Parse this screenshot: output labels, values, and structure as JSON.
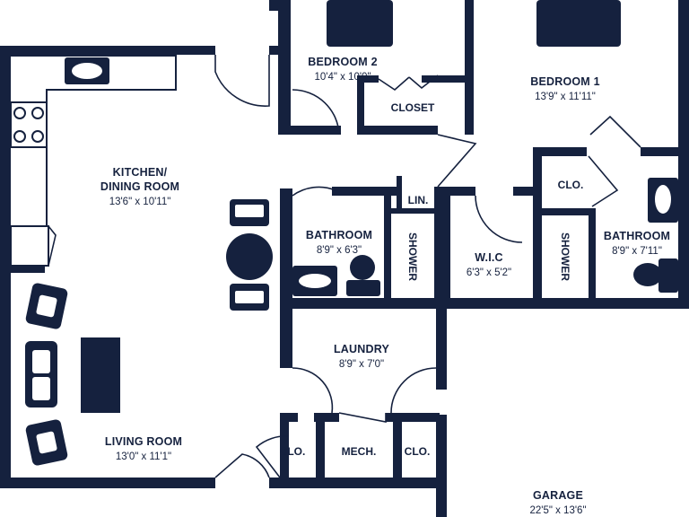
{
  "rooms": {
    "bedroom2": {
      "name": "BEDROOM 2",
      "dims": "10'4\" x 10'0\""
    },
    "bedroom1": {
      "name": "BEDROOM 1",
      "dims": "13'9\" x 11'11\""
    },
    "closet": {
      "name": "CLOSET"
    },
    "kitchen": {
      "name_line1": "KITCHEN/",
      "name_line2": "DINING ROOM",
      "dims": "13'6\" x 10'11\""
    },
    "lin": {
      "name": "LIN."
    },
    "clo_bed1": {
      "name": "CLO."
    },
    "bathroom_left": {
      "name": "BATHROOM",
      "dims": "8'9\" x 6'3\""
    },
    "shower_left": {
      "name": "SHOWER"
    },
    "wic": {
      "name": "W.I.C",
      "dims": "6'3\" x 5'2\""
    },
    "shower_right": {
      "name": "SHOWER"
    },
    "bathroom_right": {
      "name": "BATHROOM",
      "dims": "8'9\" x 7'11\""
    },
    "laundry": {
      "name": "LAUNDRY",
      "dims": "8'9\" x 7'0\""
    },
    "living": {
      "name": "LIVING ROOM",
      "dims": "13'0\" x 11'1\""
    },
    "clo_left": {
      "name": "CLO."
    },
    "mech": {
      "name": "MECH."
    },
    "clo_right": {
      "name": "CLO."
    },
    "garage": {
      "name": "GARAGE",
      "dims": "22'5\" x 13'6\""
    }
  }
}
